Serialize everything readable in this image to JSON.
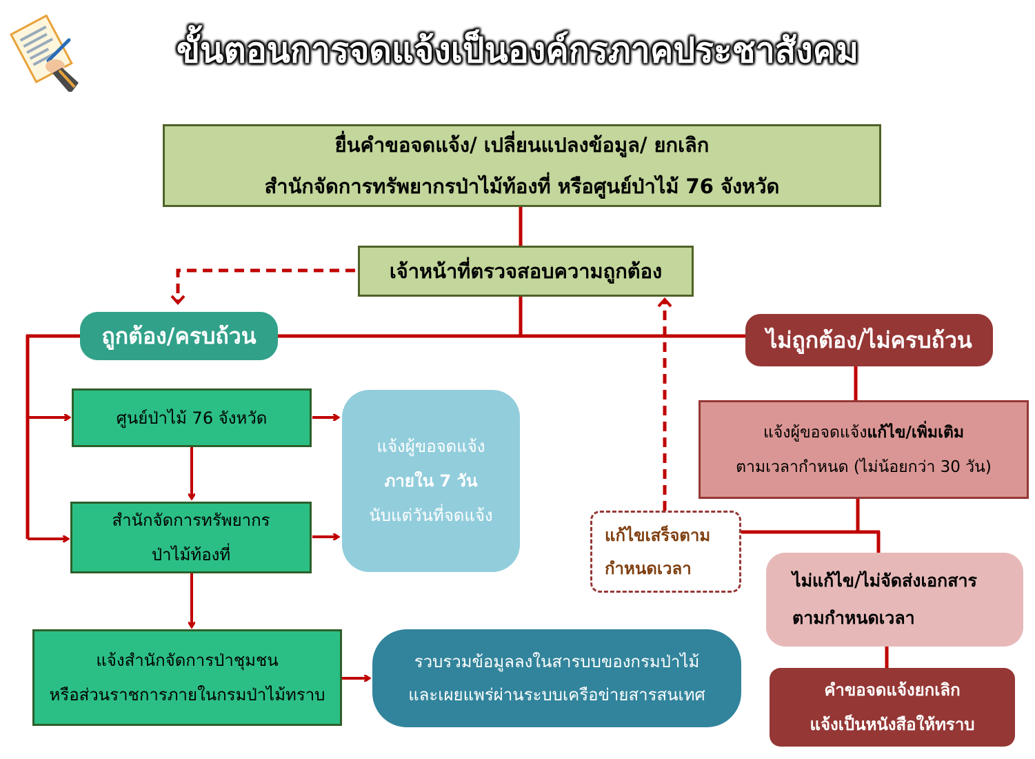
{
  "title": "ขั้นตอนการจดแจ้งเป็นองค์กรภาคประชาสังคม",
  "header_icon": "document-signing-icon",
  "colors": {
    "line_red": "#c00000",
    "green_box": "#c3d69b",
    "teal_pill": "#31a18a",
    "dark_red": "#953735",
    "emerald_box": "#2bbf86",
    "light_blue": "#92cddc",
    "dark_teal": "#31849b",
    "pink": "#da9694",
    "light_pink": "#e6b9b8"
  },
  "nodes": {
    "submit": {
      "line1": "ยื่นคำขอจดแจ้ง/ เปลี่ยนแปลงข้อมูล/ ยกเลิก",
      "line2": "สำนักจัดการทรัพยากรป่าไม้ท้องที่ หรือศูนย์ป่าไม้ 76 จังหวัด"
    },
    "verify": {
      "text": "เจ้าหน้าที่ตรวจสอบความถูกต้อง"
    },
    "correct": {
      "text": "ถูกต้อง/ครบถ้วน"
    },
    "incorrect": {
      "text": "ไม่ถูกต้อง/ไม่ครบถ้วน"
    },
    "forest_center": {
      "text": "ศูนย์ป่าไม้ 76 จังหวัด"
    },
    "regional_office": {
      "line1": "สำนักจัดการทรัพยากร",
      "line2": "ป่าไม้ท้องที่"
    },
    "notify_applicant": {
      "line1": "แจ้งผู้ขอจดแจ้ง",
      "line2": "ภายใน 7 วัน",
      "line3": "นับแต่วันที่จดแจ้ง"
    },
    "notify_community": {
      "line1": "แจ้งสำนักจัดการป่าชุมชน",
      "line2": "หรือส่วนราชการภายในกรมป่าไม้ทราบ"
    },
    "collect_data": {
      "line1": "รวบรวมข้อมูลลงในสารบบของกรมป่าไม้",
      "line2": "และเผยแพร่ผ่านระบบเครือข่ายสารสนเทศ"
    },
    "request_fix": {
      "line1_plain": "แจ้งผู้ขอจดแจ้ง",
      "line1_bold": "แก้ไข/เพิ่มเติม",
      "line2": "ตามเวลากำหนด (ไม่น้อยกว่า 30 วัน)"
    },
    "fixed_on_time": {
      "line1": "แก้ไขเสร็จตาม",
      "line2": "กำหนดเวลา"
    },
    "not_fixed": {
      "line1": "ไม่แก้ไข/ไม่จัดส่งเอกสาร",
      "line2": "ตามกำหนดเวลา"
    },
    "cancel": {
      "line1": "คำขอจดแจ้งยกเลิก",
      "line2": "แจ้งเป็นหนังสือให้ทราบ"
    }
  }
}
